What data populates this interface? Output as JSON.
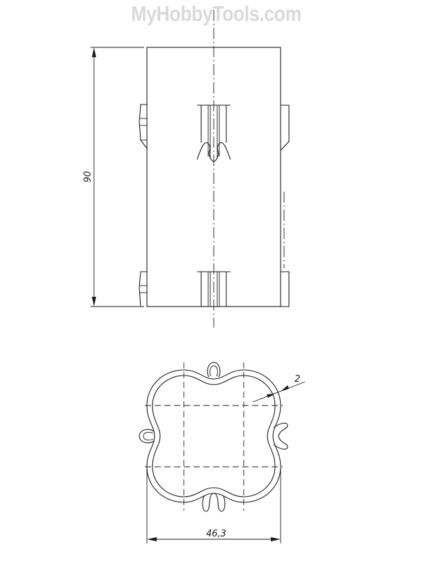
{
  "watermark": {
    "text": "MyHobbyTools.com",
    "color": "#d9d9d9"
  },
  "drawing": {
    "type": "technical-drawing",
    "views": [
      {
        "name": "side-view",
        "description": "Cylindrical tube side elevation with snap tabs and slots"
      },
      {
        "name": "cross-section-view",
        "description": "Four-lobed tube profile with clip tabs"
      }
    ],
    "dimensions": {
      "height": {
        "value": "90",
        "orientation": "vertical"
      },
      "width": {
        "value": "46,3",
        "orientation": "horizontal"
      },
      "wall_thickness": {
        "value": "2",
        "orientation": "leader"
      }
    },
    "line_color": "#1a1a1a"
  }
}
